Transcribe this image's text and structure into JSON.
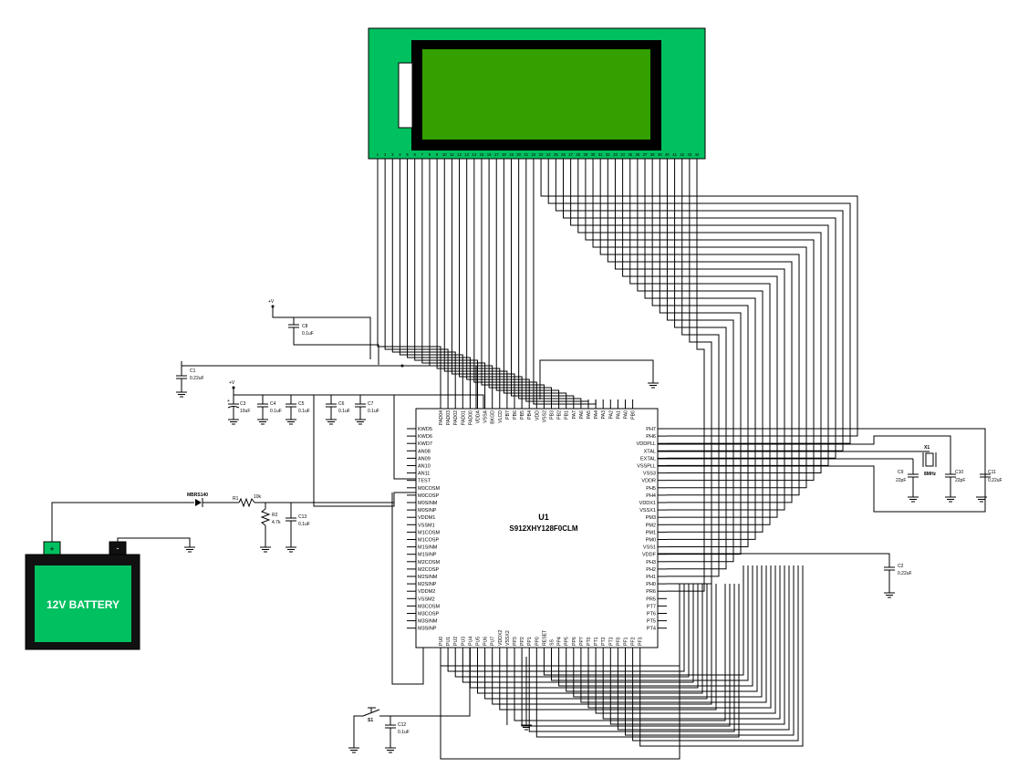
{
  "mcu": {
    "ref": "U1",
    "part": "S912XHY128F0CLM",
    "left_pins": [
      "KWD5",
      "KWD6",
      "KWD7",
      "AN08",
      "AN09",
      "AN10",
      "AN11",
      "TEST",
      "M0COSM",
      "M0COSP",
      "M0SINM",
      "M0SINP",
      "VDDM1",
      "VSSM1",
      "M1COSM",
      "M1COSP",
      "M1SINM",
      "M1SINP",
      "M2COSM",
      "M2COSP",
      "M2SINM",
      "M2SINP",
      "VDDM2",
      "VSSM2",
      "M3COSM",
      "M3COSP",
      "M3SINM",
      "M3SINP"
    ],
    "right_pins": [
      "PH7",
      "PH6",
      "VDDPLL",
      "XTAL",
      "EXTAL",
      "VSSPLL",
      "VSS3",
      "VDDR",
      "PH5",
      "PH4",
      "VDDX1",
      "VSSX1",
      "PM3",
      "PM2",
      "PM1",
      "PM0",
      "VSS1",
      "VDDF",
      "PH3",
      "PH2",
      "PH1",
      "PH0",
      "PR6",
      "PR5",
      "PT7",
      "PT6",
      "PT5",
      "PT4"
    ],
    "top_pins": [
      "PAD04",
      "PAD03",
      "PAD02",
      "PAD01",
      "PAD00",
      "VDDA",
      "VSSA",
      "BKGD",
      "VLCD",
      "PB7",
      "PB6",
      "PB5",
      "PB4",
      "VDD",
      "VSS2",
      "PB3",
      "PB2",
      "PB1",
      "PA7",
      "PA6",
      "PA5",
      "PA4",
      "PA3",
      "PA2",
      "PA1",
      "PA0",
      "PB0"
    ],
    "bottom_pins": [
      "PU0",
      "PU1",
      "PU2",
      "PU3",
      "PU4",
      "PU5",
      "PU6",
      "PU7",
      "VDDX2",
      "VSSX2",
      "PP3",
      "PP2",
      "PP1",
      "PP0",
      "RESET",
      "SS",
      "PP4",
      "PP5",
      "PP6",
      "PP7",
      "PT0",
      "PT1",
      "PT2",
      "PT3",
      "PF0",
      "PF1",
      "PF2",
      "PF3"
    ]
  },
  "lcd": {
    "pins": [
      "1",
      "2",
      "3",
      "4",
      "5",
      "6",
      "7",
      "8",
      "9",
      "10",
      "11",
      "12",
      "13",
      "14",
      "15",
      "16",
      "17",
      "18",
      "19",
      "20",
      "21",
      "22",
      "23",
      "24",
      "25",
      "26",
      "27",
      "28",
      "29",
      "30",
      "31",
      "32",
      "33",
      "34",
      "35",
      "36",
      "37",
      "38",
      "39",
      "40",
      "41",
      "42",
      "43",
      "44"
    ],
    "colors": {
      "body": "#00c060",
      "bezel": "#000000",
      "glass": "#33a000"
    }
  },
  "battery": {
    "label": "12V BATTERY",
    "plus": "+",
    "minus": "-",
    "colors": {
      "body": "#00c060",
      "plus_terminal": "#00c060"
    }
  },
  "components": {
    "c8": {
      "ref": "C8",
      "value": "0.1uF"
    },
    "c1": {
      "ref": "C1",
      "value": "0.22uF"
    },
    "c3": {
      "ref": "C3",
      "value": "10uF"
    },
    "c4": {
      "ref": "C4",
      "value": "0.1uF"
    },
    "c5": {
      "ref": "C5",
      "value": "0.1uF"
    },
    "c6": {
      "ref": "C6",
      "value": "0.1uF"
    },
    "c7": {
      "ref": "C7",
      "value": "0.1uF"
    },
    "d1": {
      "ref": "MBRS140"
    },
    "r1": {
      "ref": "R1",
      "value": "10k"
    },
    "r2": {
      "ref": "R2",
      "value": "4.7k"
    },
    "c13": {
      "ref": "C13",
      "value": "0.1uF"
    },
    "c9": {
      "ref": "C9",
      "value": "22pF"
    },
    "c10": {
      "ref": "C10",
      "value": "22pF"
    },
    "c11": {
      "ref": "C11",
      "value": "0.22uF"
    },
    "x1": {
      "ref": "X1",
      "value": "8MHz"
    },
    "c2": {
      "ref": "C2",
      "value": "0.22uF"
    },
    "s1": {
      "ref": "S1"
    },
    "c12": {
      "ref": "C12",
      "value": "0.1uF"
    }
  },
  "power": {
    "vplus": "+V"
  }
}
